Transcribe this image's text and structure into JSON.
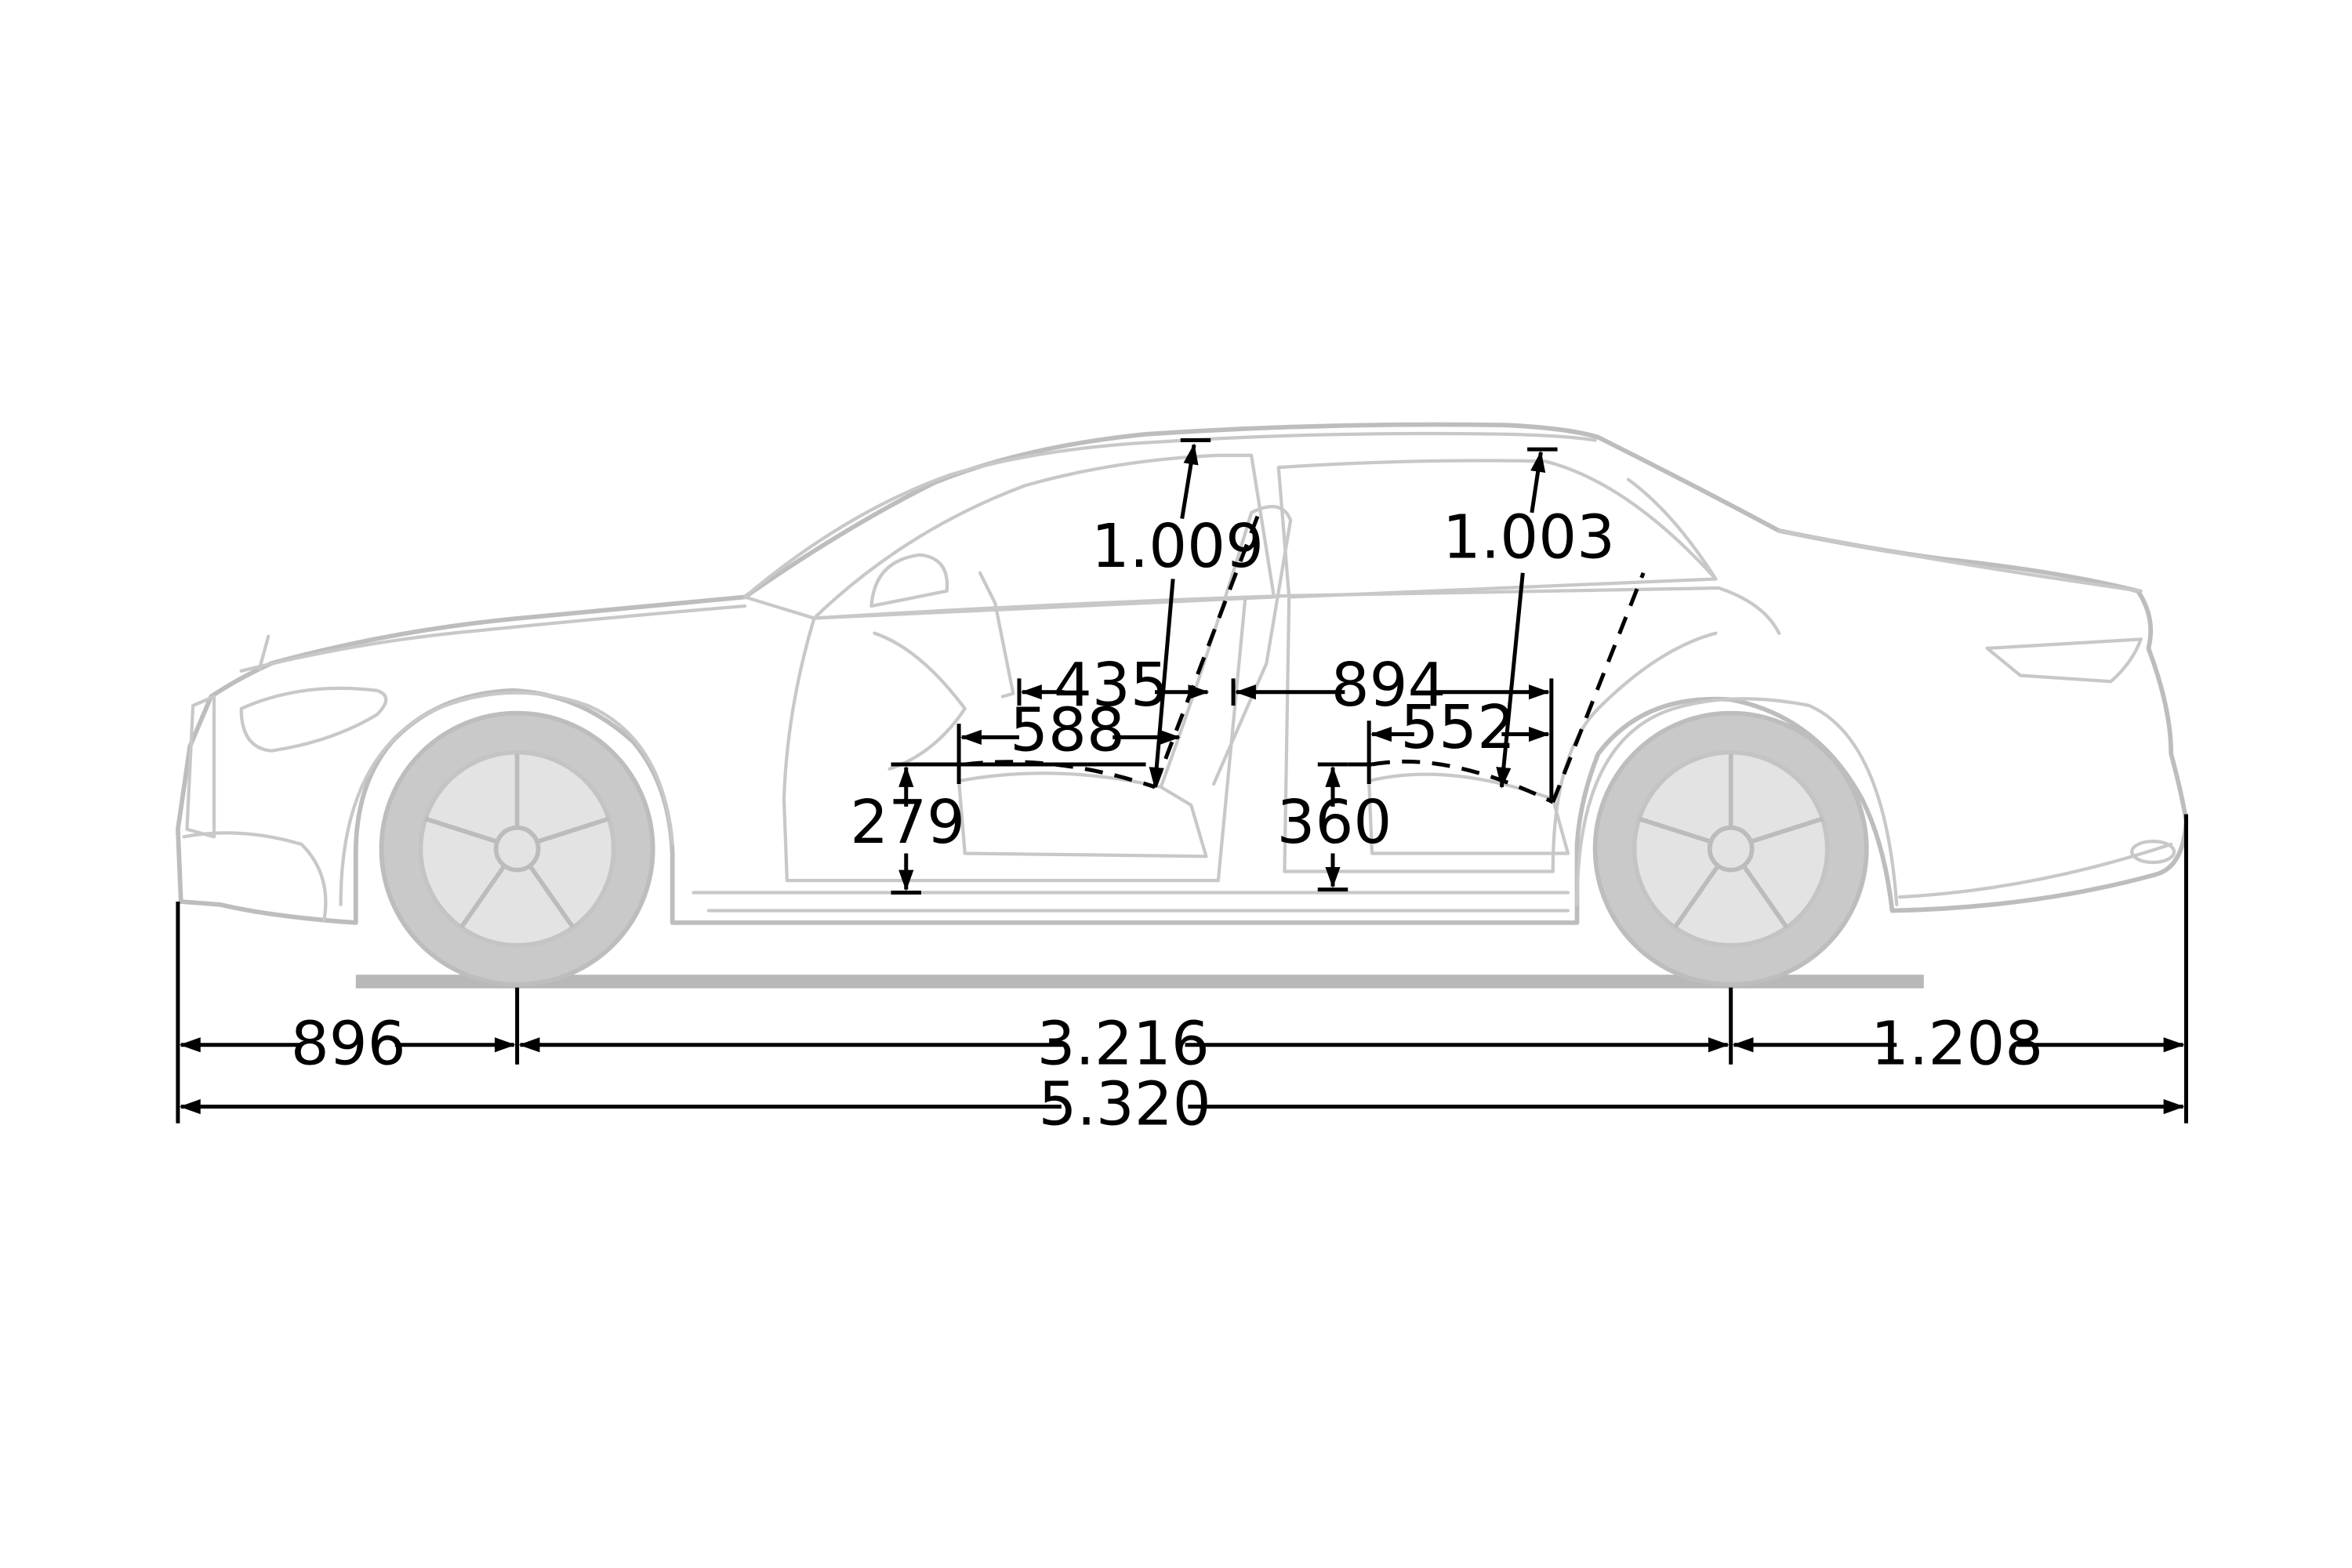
{
  "diagram": {
    "subject": "Sedan side elevation with interior and exterior dimensions",
    "dimensions": {
      "front_overhang": "896",
      "wheelbase": "3.216",
      "rear_overhang": "1.208",
      "overall_length": "5.320",
      "front_headroom": "1.009",
      "rear_headroom": "1.003",
      "front_seat_depth_435": "435",
      "front_seat_reach_588": "588",
      "rear_legroom_894": "894",
      "rear_seat_depth_552": "552",
      "front_seat_height": "279",
      "rear_seat_height": "360"
    },
    "colors": {
      "vehicle_outline": "#bdbdbd",
      "tyre_fill": "#c9c9c9",
      "dimension_lines": "#000000"
    }
  }
}
